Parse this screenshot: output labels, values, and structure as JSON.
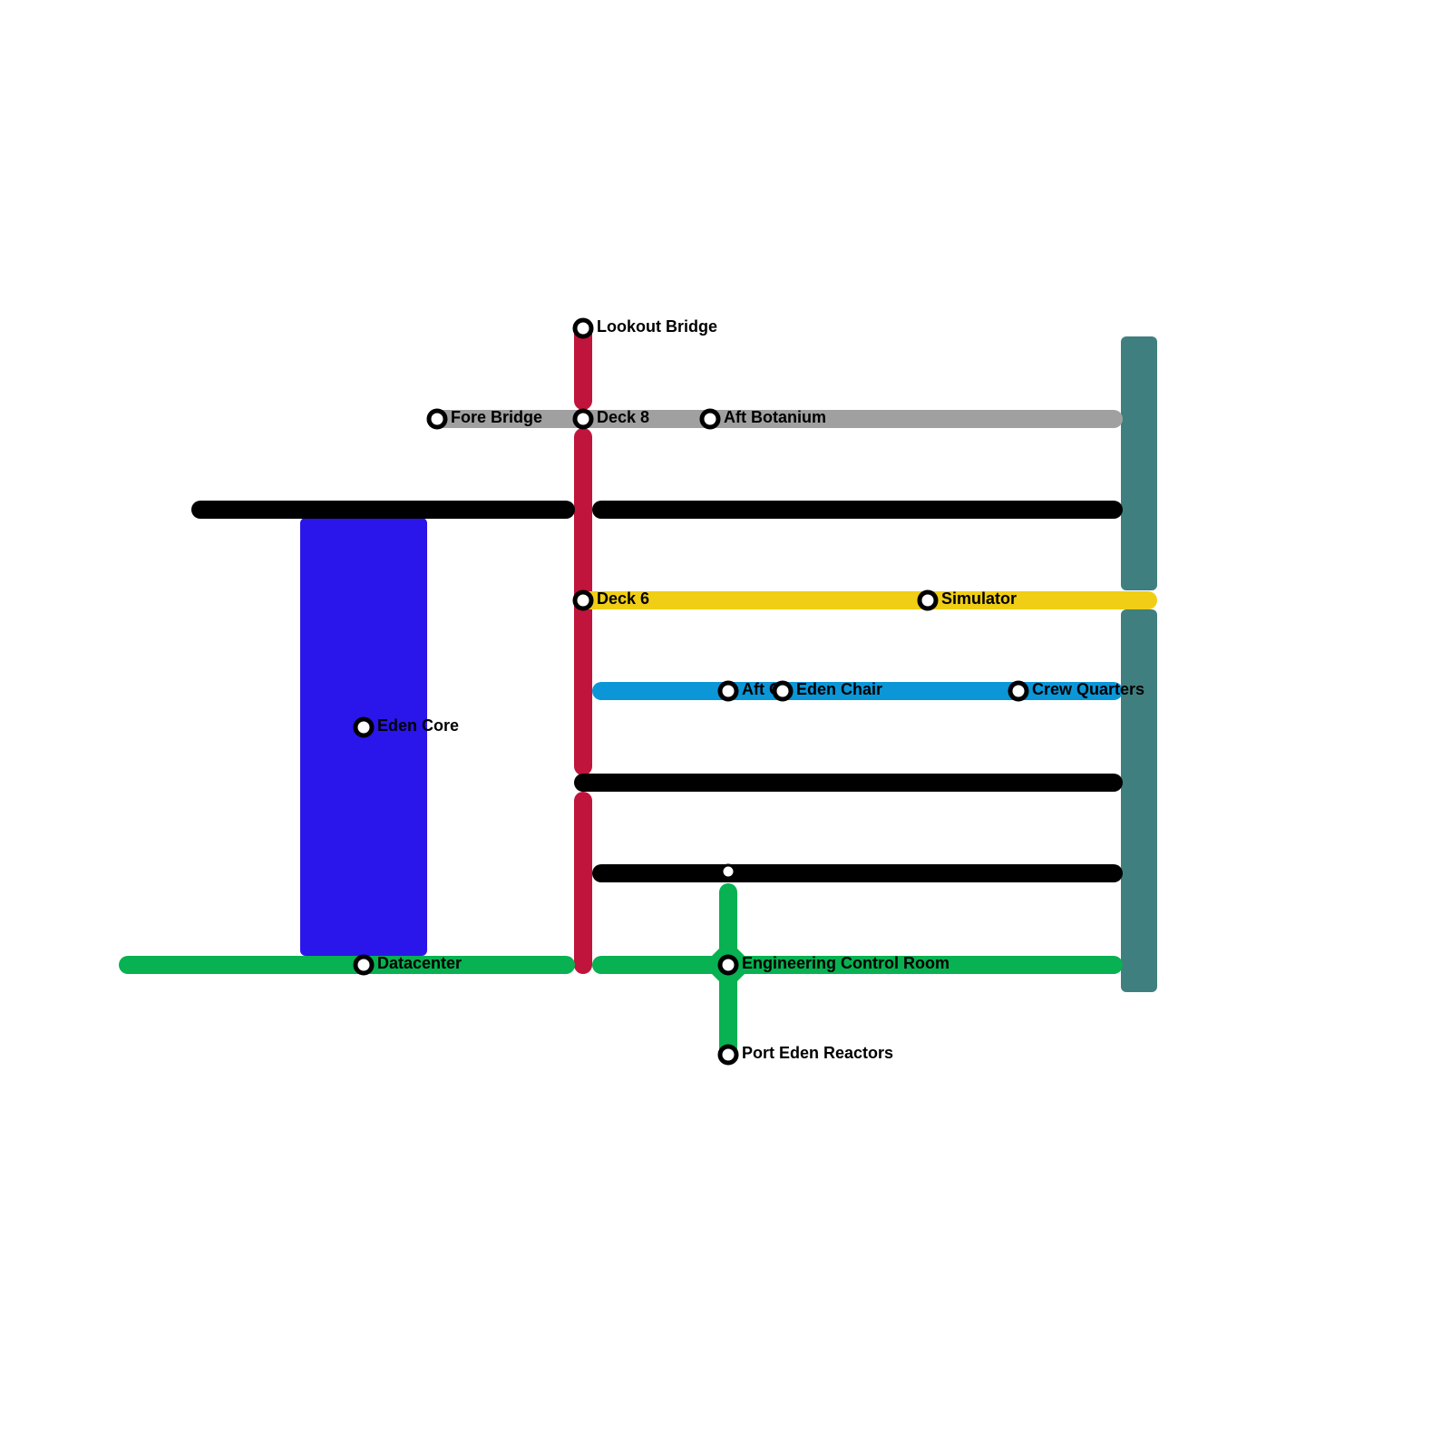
{
  "colors": {
    "red": "#c0143c",
    "gray": "#a0a0a0",
    "black": "#000000",
    "blue": "#2a16ea",
    "teal": "#407f7f",
    "yellow": "#f0ce15",
    "cyan": "#0b96d8",
    "green": "#08b151",
    "background": "#ffffff"
  },
  "lines": [
    {
      "id": "red-line",
      "color_key": "red"
    },
    {
      "id": "gray-line",
      "color_key": "gray"
    },
    {
      "id": "black-lines",
      "color_key": "black"
    },
    {
      "id": "blue-block",
      "color_key": "blue"
    },
    {
      "id": "teal-lines",
      "color_key": "teal"
    },
    {
      "id": "yellow-line",
      "color_key": "yellow"
    },
    {
      "id": "cyan-line",
      "color_key": "cyan"
    },
    {
      "id": "green-line",
      "color_key": "green"
    }
  ],
  "stations": {
    "lookout_bridge": "Lookout Bridge",
    "fore_bridge": "Fore Bridge",
    "deck_8": "Deck 8",
    "aft_botanium": "Aft Botanium",
    "deck_6": "Deck 6",
    "simulator": "Simulator",
    "aft_partial": "Aft C",
    "eden_chair": "Eden Chair",
    "crew_quarters": "Crew Quarters",
    "eden_core": "Eden Core",
    "datacenter": "Datacenter",
    "engineering_control_room": "Engineering Control Room",
    "port_eden_reactors": "Port Eden Reactors"
  }
}
